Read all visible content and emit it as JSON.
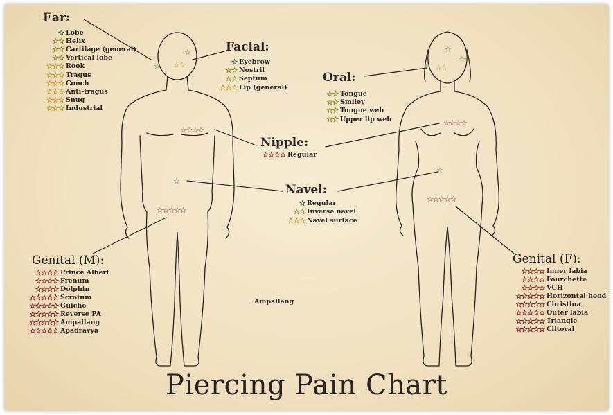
{
  "title": "Piercing Pain Chart",
  "colors": {
    "star_1": "#2e6b4a",
    "star_2": "#8a8a2a",
    "star_3": "#b59a2a",
    "star_4": "#8e3a2a",
    "star_5": "#7a2222",
    "ink": "#2a2420"
  },
  "groups": {
    "ear": {
      "title": "Ear:",
      "items": [
        {
          "label": "Lobe",
          "rating": 1
        },
        {
          "label": "Helix",
          "rating": 2
        },
        {
          "label": "Cartilage (general)",
          "rating": 2
        },
        {
          "label": "Vertical lobe",
          "rating": 2
        },
        {
          "label": "Rook",
          "rating": 3
        },
        {
          "label": "Tragus",
          "rating": 3
        },
        {
          "label": "Conch",
          "rating": 3
        },
        {
          "label": "Anti-tragus",
          "rating": 3
        },
        {
          "label": "Snug",
          "rating": 3
        },
        {
          "label": "Industrial",
          "rating": 3
        }
      ]
    },
    "facial": {
      "title": "Facial:",
      "items": [
        {
          "label": "Eyebrow",
          "rating": 1
        },
        {
          "label": "Nostril",
          "rating": 2
        },
        {
          "label": "Septum",
          "rating": 2
        },
        {
          "label": "Lip (general)",
          "rating": 3
        }
      ]
    },
    "oral": {
      "title": "Oral:",
      "items": [
        {
          "label": "Tongue",
          "rating": 2
        },
        {
          "label": "Smiley",
          "rating": 2
        },
        {
          "label": "Tongue web",
          "rating": 2
        },
        {
          "label": "Upper lip web",
          "rating": 2
        }
      ]
    },
    "nipple": {
      "title": "Nipple:",
      "items": [
        {
          "label": "Regular",
          "rating": 4
        }
      ]
    },
    "navel": {
      "title": "Navel:",
      "items": [
        {
          "label": "Regular",
          "rating": 1
        },
        {
          "label": "Inverse navel",
          "rating": 2
        },
        {
          "label": "Navel surface",
          "rating": 3
        }
      ]
    },
    "genital_m": {
      "title": "Genital (M):",
      "items": [
        {
          "label": "Prince Albert",
          "rating": 4
        },
        {
          "label": "Frenum",
          "rating": 4
        },
        {
          "label": "Dolphin",
          "rating": 4
        },
        {
          "label": "Scrotum",
          "rating": 5
        },
        {
          "label": "Guiche",
          "rating": 5
        },
        {
          "label": "Reverse PA",
          "rating": 5
        },
        {
          "label": "Ampallang",
          "rating": 5
        },
        {
          "label": "Apadravya",
          "rating": 5
        }
      ]
    },
    "genital_f": {
      "title": "Genital (F):",
      "items": [
        {
          "label": "Inner labia",
          "rating": 4
        },
        {
          "label": "Fourchette",
          "rating": 4
        },
        {
          "label": "VCH",
          "rating": 4
        },
        {
          "label": "Horizontal hood",
          "rating": 5
        },
        {
          "label": "Christina",
          "rating": 5
        },
        {
          "label": "Outer labia",
          "rating": 5
        },
        {
          "label": "Triangle",
          "rating": 5
        },
        {
          "label": "Clitoral",
          "rating": 5
        }
      ]
    }
  },
  "stray_label": "Ampallang"
}
